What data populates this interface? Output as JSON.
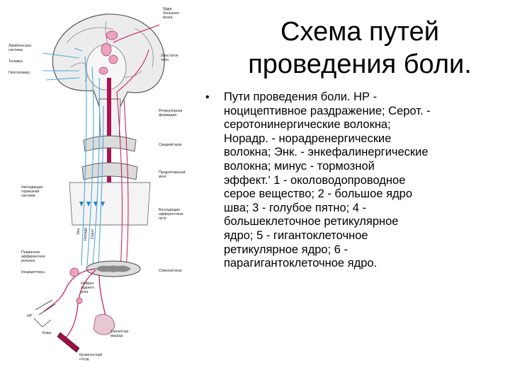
{
  "title_lines": [
    "Схема путей",
    "проведения боли."
  ],
  "bullet_lines": [
    "Пути проведения боли. НР -",
    "ноцицептивное раздражение; Серот. -",
    "серотонинергические волокна;",
    "Норадр. - норадренергические",
    "волокна; Энк. - энкефалинергические",
    "волокна; минус - тормозной",
    "эффект.' 1 - околоводопроводное",
    "серое вещество; 2 - большое ядро",
    "шва; 3 - голубое пятно; 4 -",
    "большеклеточное ретикулярное",
    "ядро; 5 - гигантоклеточное",
    "ретикулярное ядро; 6 -",
    "парагигантоклеточное ядро."
  ],
  "diagram_labels": {
    "cortex_nuclei": [
      "Ядра",
      "большого",
      "мозга"
    ],
    "limbic": [
      "Лимбическая",
      "система"
    ],
    "thalamus": "Таламус",
    "hypothalamus": "Гипоталамус",
    "caudate": [
      "Хвостатое",
      "тело"
    ],
    "reticular": [
      "Ретикулярная",
      "формация"
    ],
    "midbrain": [
      "Средний мозг"
    ],
    "medulla": [
      "Продолговатый",
      "мозг"
    ],
    "descending": [
      "Нисходящая",
      "тормозная",
      "система"
    ],
    "ascending": [
      "Восходящие",
      "афферентные",
      "пути"
    ],
    "enk": "Энк.",
    "norad": "Норадр.",
    "serot": "Серот.",
    "spinal": "Спинной мозг",
    "primary_afferent": [
      "Первичное",
      "афферентное",
      "волокно"
    ],
    "nociceptors": "Ноцицепторы",
    "neuron": [
      "Нейрон",
      "заднего",
      "рога"
    ],
    "np": "НР",
    "skin": "Кожа",
    "skeletal_muscle": [
      "Скелетная",
      "мышца"
    ],
    "blood_vessel": [
      "Кровеносный",
      "сосуд"
    ]
  },
  "colors": {
    "nerve_blue": "#4fa8d8",
    "pain_red": "#c8145a",
    "tissue_pink": "#e9a3bd",
    "brain_gray": "#e6e6e6"
  }
}
